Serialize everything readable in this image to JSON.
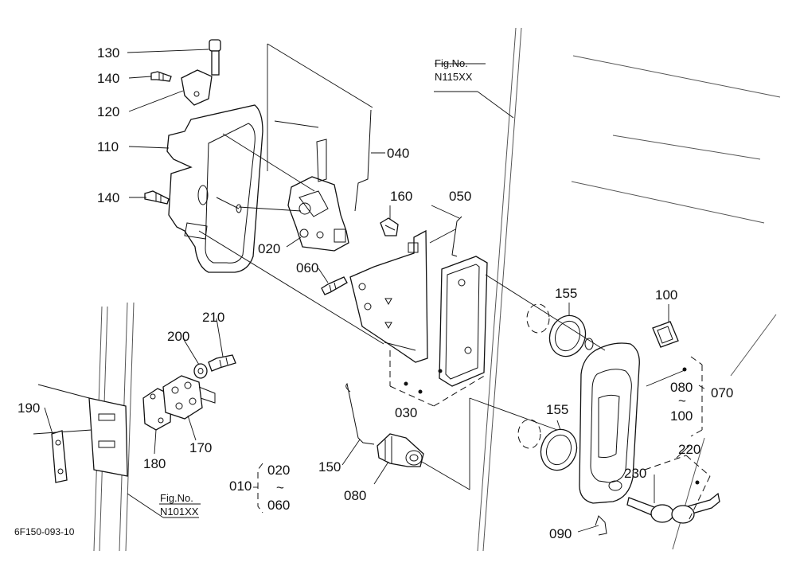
{
  "parts": {
    "p130": "130",
    "p140a": "140",
    "p120": "120",
    "p110": "110",
    "p140b": "140",
    "p040": "040",
    "p160": "160",
    "p050": "050",
    "p020": "020",
    "p060": "060",
    "p155a": "155",
    "p100": "100",
    "p210": "210",
    "p200": "200",
    "p080a": "080",
    "p100b": "100",
    "p070": "070",
    "p190": "190",
    "p030": "030",
    "p155b": "155",
    "p180": "180",
    "p170": "170",
    "p220": "220",
    "p150": "150",
    "p230": "230",
    "p080b": "080",
    "p090": "090",
    "p010": "010",
    "p020b": "020",
    "p060b": "060"
  },
  "tilde": "~",
  "refs": {
    "fig_label": "Fig.No.",
    "n115": "N115XX",
    "n101": "N101XX"
  },
  "drawing_code": "6F150-093-10"
}
